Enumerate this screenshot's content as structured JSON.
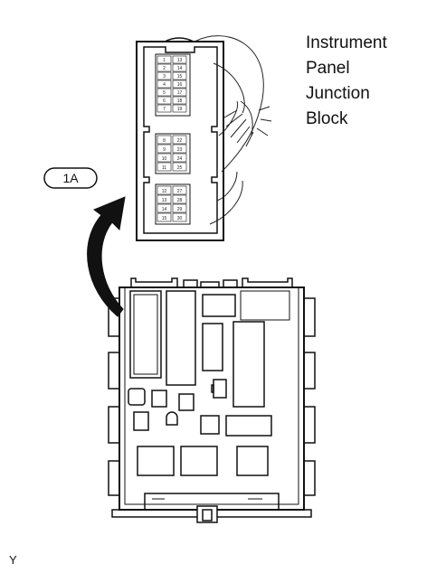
{
  "callout": {
    "title_lines": [
      "Instrument",
      "Panel",
      "Junction",
      "Block"
    ]
  },
  "connector_code": "1A",
  "footer_code": "Y",
  "connector_pins": {
    "group1": [
      [
        "1",
        "13"
      ],
      [
        "2",
        "14"
      ],
      [
        "3",
        "15"
      ],
      [
        "4",
        "16"
      ],
      [
        "5",
        "17"
      ],
      [
        "6",
        "18"
      ],
      [
        "7",
        "19"
      ]
    ],
    "group2": [
      [
        "8",
        "22"
      ],
      [
        "9",
        "23"
      ],
      [
        "10",
        "24"
      ],
      [
        "11",
        "25"
      ]
    ],
    "group3": [
      [
        "12",
        "27"
      ],
      [
        "13",
        "28"
      ],
      [
        "14",
        "29"
      ],
      [
        "15",
        "30"
      ]
    ]
  }
}
